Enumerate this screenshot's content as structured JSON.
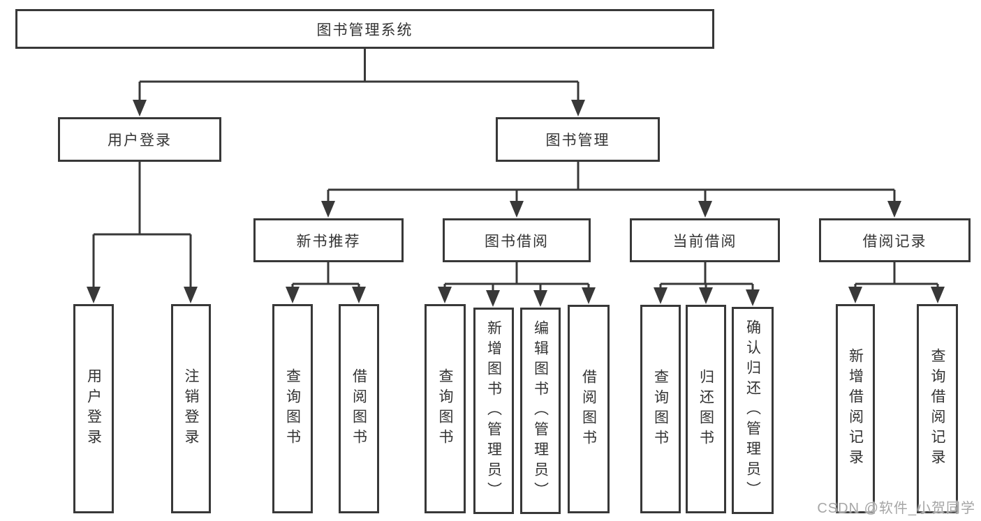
{
  "diagram": {
    "root": {
      "label": "图书管理系统"
    },
    "branches": {
      "user_login": {
        "label": "用户登录",
        "children": [
          {
            "label": "用户登录"
          },
          {
            "label": "注销登录"
          }
        ]
      },
      "book_mgmt": {
        "label": "图书管理",
        "sections": [
          {
            "label": "新书推荐",
            "children": [
              {
                "label": "查询图书"
              },
              {
                "label": "借阅图书"
              }
            ]
          },
          {
            "label": "图书借阅",
            "children": [
              {
                "label": "查询图书"
              },
              {
                "label": "新增图书（管理员）"
              },
              {
                "label": "编辑图书（管理员）"
              },
              {
                "label": "借阅图书"
              }
            ]
          },
          {
            "label": "当前借阅",
            "children": [
              {
                "label": "查询图书"
              },
              {
                "label": "归还图书"
              },
              {
                "label": "确认归还（管理员）"
              }
            ]
          },
          {
            "label": "借阅记录",
            "children": [
              {
                "label": "新增借阅记录"
              },
              {
                "label": "查询借阅记录"
              }
            ]
          }
        ]
      }
    },
    "colors": {
      "line": "#383838",
      "text": "#333333",
      "box_background": "#ffffff",
      "watermark": "#a6a6a6"
    }
  },
  "watermark": {
    "text": "CSDN @软件_小贺同学"
  }
}
